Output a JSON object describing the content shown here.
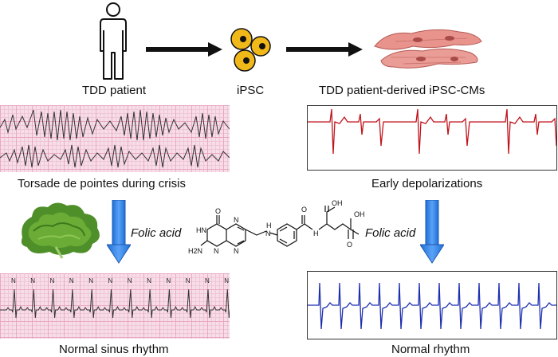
{
  "top_row": {
    "patient_label": "TDD patient",
    "ipsc_label": "iPSC",
    "cm_label": "TDD patient-derived iPSC-CMs"
  },
  "left_column": {
    "crisis_caption": "Torsade de pointes during crisis",
    "treatment_label": "Folic acid",
    "result_caption": "Normal sinus rhythm",
    "beat_marker": "N"
  },
  "right_column": {
    "crisis_caption": "Early depolarizations",
    "treatment_label": "Folic acid",
    "result_caption": "Normal rhythm"
  },
  "molecule": {
    "labels": [
      "O",
      "HN",
      "H2N",
      "N",
      "N",
      "N",
      "H",
      "N",
      "H",
      "O",
      "OH",
      "O",
      "OH"
    ]
  },
  "colors": {
    "arrow_black": "#111111",
    "arrow_blue": "#2f80ea",
    "ecg_red": "#c0141c",
    "ecg_blue": "#1d2fb0",
    "grid_pink": "#f7dde8",
    "cell_yellow": "#f1b81a",
    "cm_pink": "#e8938c"
  }
}
